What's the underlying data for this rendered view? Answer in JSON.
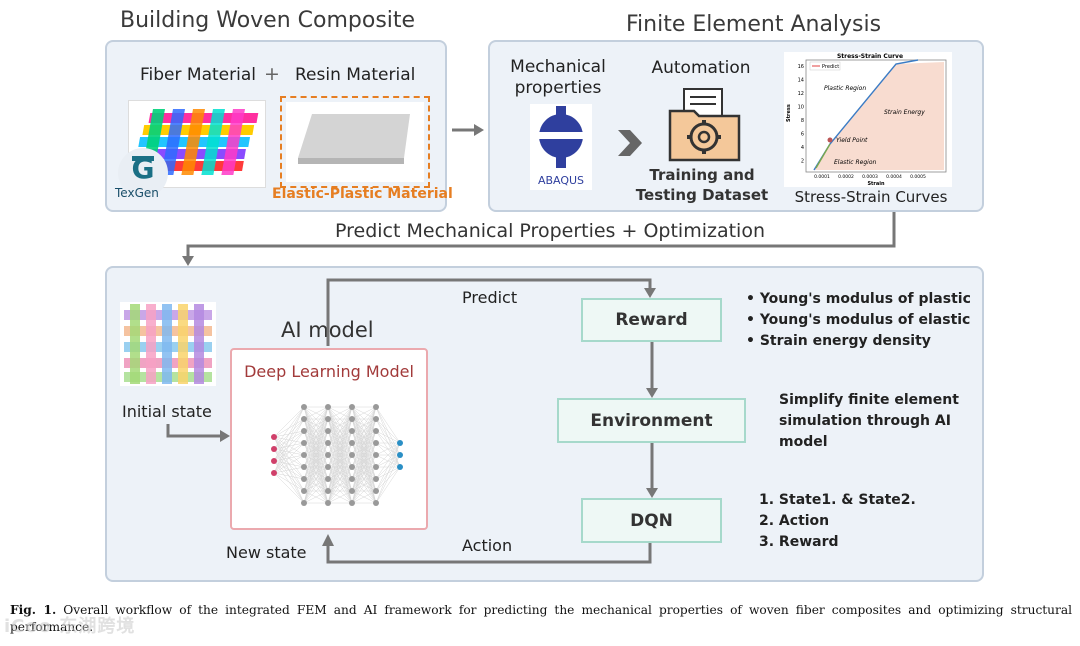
{
  "top_left": {
    "title": "Building Woven Composite",
    "fiber_label": "Fiber Material",
    "plus": "+",
    "resin_label": "Resin Material",
    "texgen_label": "TexGen",
    "elastic_plastic_label": "Elastic-Plastic Material"
  },
  "top_right": {
    "title": "Finite Element Analysis",
    "mech_props_line1": "Mechanical",
    "mech_props_line2": "properties",
    "abaqus_label": "ABAQUS",
    "automation_label": "Automation",
    "training_line1": "Training and",
    "training_line2": "Testing Dataset",
    "curves_label": "Stress-Strain Curves",
    "mini_chart": {
      "title": "Stress-Strain Curve",
      "legend": "Predict",
      "ylabel": "Stress",
      "xlabel": "Strain",
      "yticks": [
        "16",
        "14",
        "12",
        "10",
        "8",
        "6",
        "4",
        "2"
      ],
      "xticks": [
        "0.0001",
        "0.0002",
        "0.0003",
        "0.0004",
        "0.0005"
      ],
      "annotations": {
        "plastic": "Plastic Region",
        "energy": "Strain Energy",
        "yield": "Yield Point",
        "elastic": "Elastic Region"
      }
    }
  },
  "connector_label": "Predict Mechanical Properties + Optimization",
  "bottom": {
    "initial_state": "Initial state",
    "ai_model": "AI model",
    "dl_model": "Deep Learning Model",
    "new_state": "New state",
    "predict": "Predict",
    "action": "Action",
    "reward": "Reward",
    "environment": "Environment",
    "dqn": "DQN",
    "reward_bullets": [
      "• Young's modulus of plastic",
      "• Young's modulus of elastic",
      "• Strain energy density"
    ],
    "env_note_lines": [
      "Simplify finite element",
      "simulation through AI",
      "model"
    ],
    "dqn_list": [
      "1. State1. & State2.",
      "2. Action",
      "3. Reward"
    ]
  },
  "caption": {
    "label": "Fig. 1.",
    "text": "Overall workflow of the integrated FEM and AI framework for predicting the mechanical properties of woven fiber composites and optimizing structural performance."
  },
  "watermark": "iCoo 东湖跨境"
}
